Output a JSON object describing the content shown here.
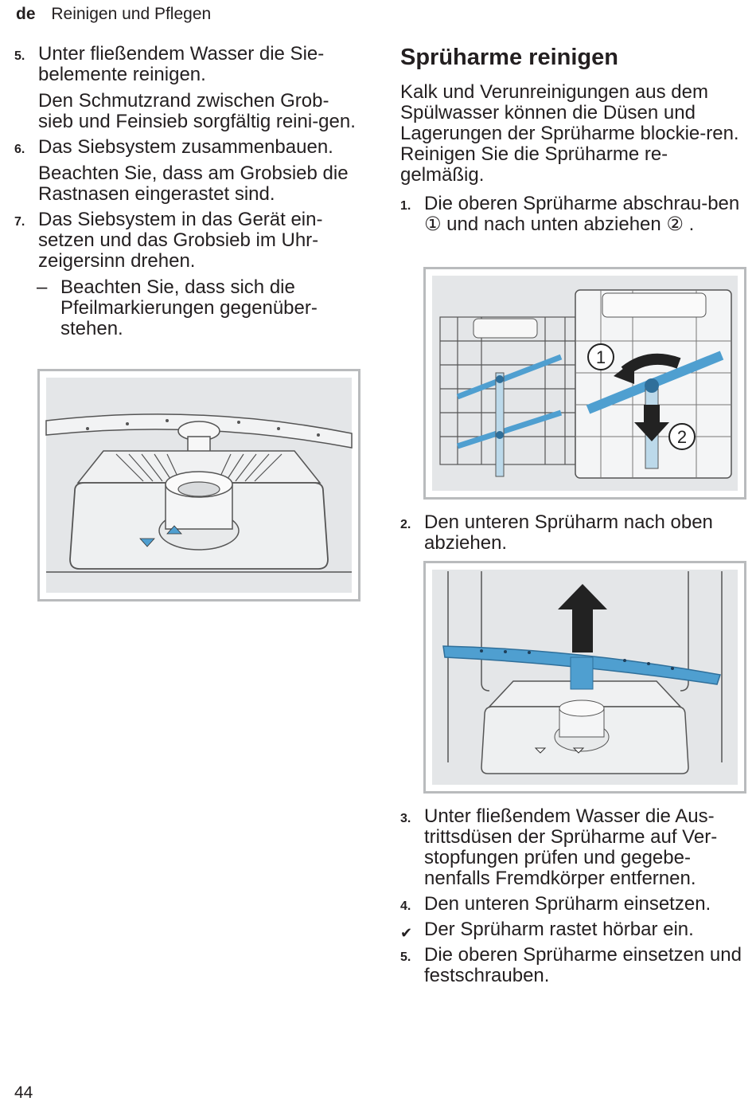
{
  "header": {
    "lang": "de",
    "title": "Reinigen und Pflegen"
  },
  "left": {
    "step5": {
      "num": "5.",
      "text": "Unter fließendem Wasser die Sie-belemente reinigen.",
      "note": "Den Schmutzrand zwischen Grob-sieb und Feinsieb sorgfältig reini-gen."
    },
    "step6": {
      "num": "6.",
      "text": "Das Siebsystem zusammenbauen.",
      "note": "Beachten Sie, dass am Grobsieb die Rastnasen eingerastet sind."
    },
    "step7": {
      "num": "7.",
      "text": "Das Siebsystem in das Gerät ein-setzen und das Grobsieb im Uhr-zeigersinn drehen.",
      "dash": "–",
      "dash_text": "Beachten Sie, dass sich die Pfeilmarkierungen gegenüber-stehen."
    }
  },
  "right": {
    "heading": "Sprüharme reinigen",
    "intro": "Kalk und Verunreinigungen aus dem Spülwasser können die Düsen und Lagerungen der Sprüharme blockie-ren. Reinigen Sie die Sprüharme re-gelmäßig.",
    "step1": {
      "num": "1.",
      "text": "Die oberen Sprüharme abschrau-ben ① und nach unten abziehen ② ."
    },
    "figure1_labels": [
      "1",
      "2"
    ],
    "step2": {
      "num": "2.",
      "text": "Den unteren Sprüharm nach oben abziehen."
    },
    "step3": {
      "num": "3.",
      "text": "Unter fließendem Wasser die Aus-trittsdüsen der Sprüharme auf Ver-stopfungen prüfen und gegebe-nenfalls Fremdkörper entfernen."
    },
    "step4": {
      "num": "4.",
      "text": "Den unteren Sprüharm einsetzen."
    },
    "result": {
      "mark": "✔",
      "text": "Der Sprüharm rastet hörbar ein."
    },
    "step5": {
      "num": "5.",
      "text": "Die oberen Sprüharme einsetzen und festschrauben."
    }
  },
  "page_number": "44",
  "colors": {
    "accent_blue": "#4f9fd0",
    "figure_border": "#b9bbbd",
    "figure_bg": "#e4e6e8"
  }
}
